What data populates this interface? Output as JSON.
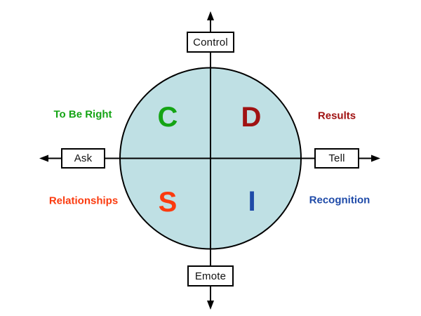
{
  "diagram": {
    "type": "quadrant-model",
    "background": "#FFFFFF",
    "line_color": "#000000",
    "circle_fill": "#BFE0E4",
    "axes": {
      "top": {
        "label": "Control"
      },
      "bottom": {
        "label": "Emote"
      },
      "left": {
        "label": "Ask"
      },
      "right": {
        "label": "Tell"
      }
    },
    "quadrants": {
      "top_left": {
        "letter": "C",
        "outer_label": "To Be Right",
        "color": "#14A414"
      },
      "top_right": {
        "letter": "D",
        "outer_label": "Results",
        "color": "#A01212"
      },
      "bottom_left": {
        "letter": "S",
        "outer_label": "Relationships",
        "color": "#FB3B0F"
      },
      "bottom_right": {
        "letter": "I",
        "outer_label": "Recognition",
        "color": "#1E4AA8"
      }
    }
  }
}
